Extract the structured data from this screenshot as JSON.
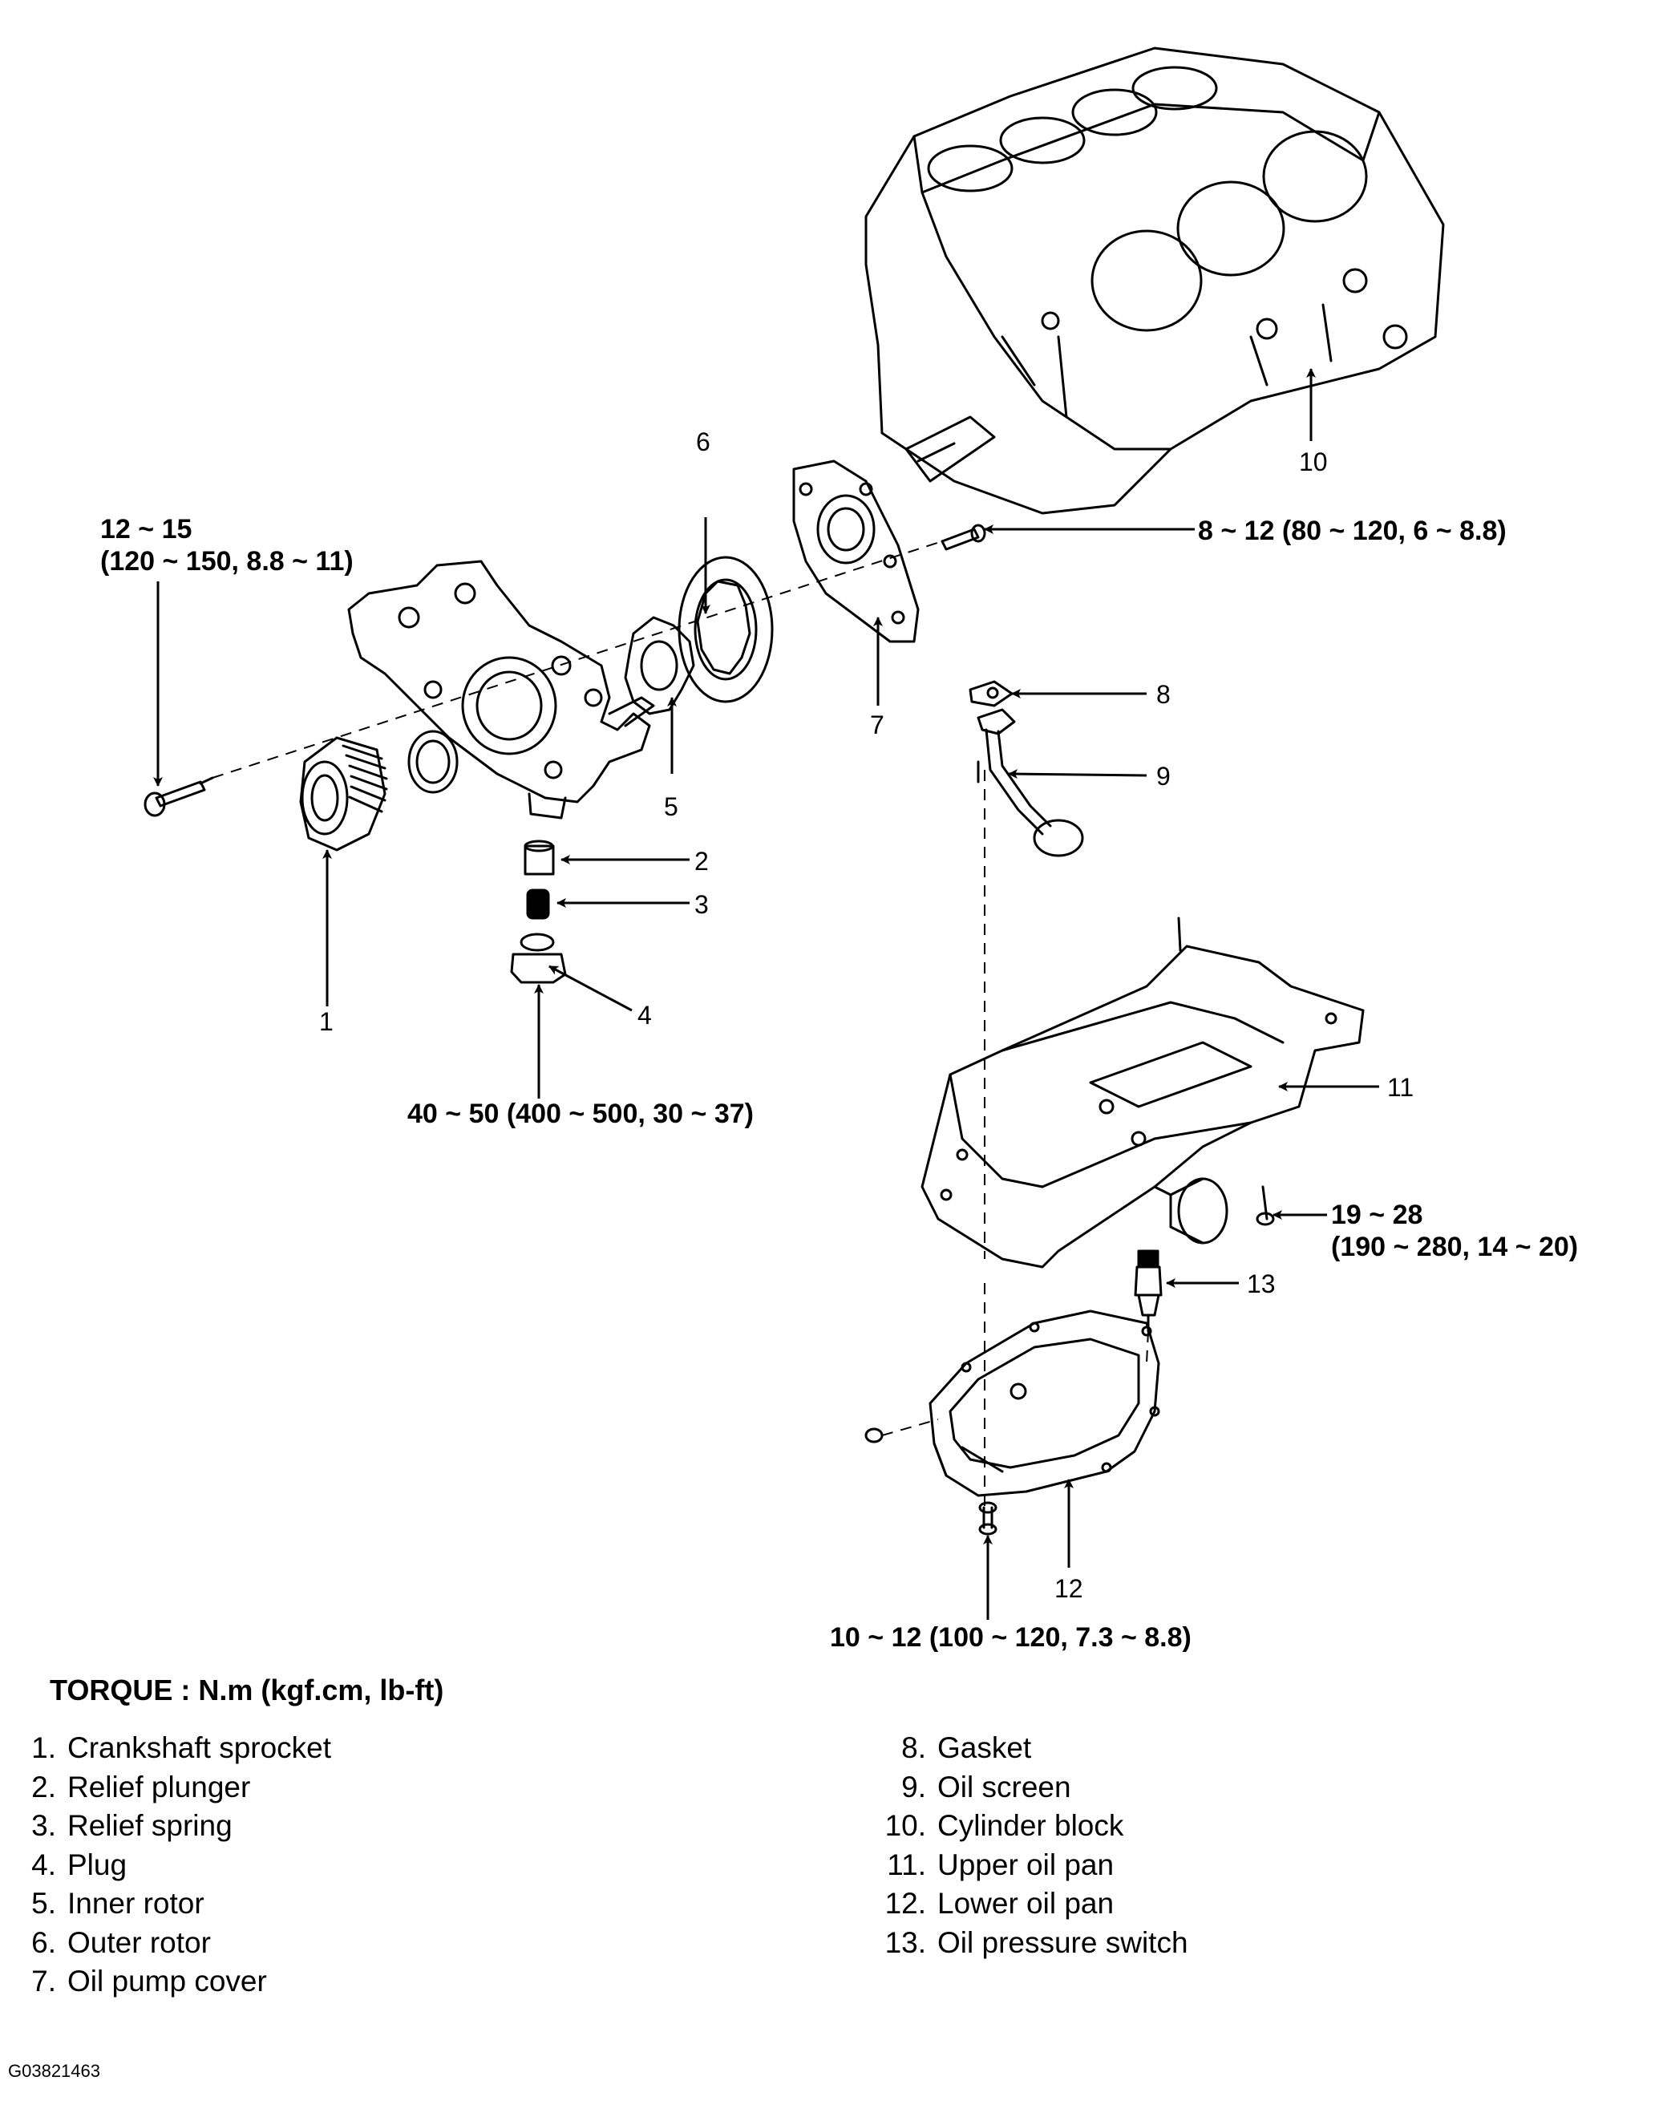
{
  "torque": {
    "t_top_left_1": "12 ~ 15",
    "t_top_left_2": "(120 ~ 150, 8.8 ~ 11)",
    "t_cover_bolt": "8 ~ 12 (80 ~ 120, 6 ~ 8.8)",
    "t_plug": "40 ~ 50 (400 ~ 500, 30 ~ 37)",
    "t_upper_pan_1": "19 ~ 28",
    "t_upper_pan_2": "(190 ~ 280, 14 ~ 20)",
    "t_lower_pan": "10 ~ 12 (100 ~ 120, 7.3 ~ 8.8)"
  },
  "callouts": [
    "1",
    "2",
    "3",
    "4",
    "5",
    "6",
    "7",
    "8",
    "9",
    "10",
    "11",
    "12",
    "13"
  ],
  "torque_title": "TORQUE : N.m (kgf.cm, lb-ft)",
  "legend": [
    {
      "n": "1.",
      "label": "Crankshaft sprocket"
    },
    {
      "n": "2.",
      "label": "Relief plunger"
    },
    {
      "n": "3.",
      "label": "Relief spring"
    },
    {
      "n": "4.",
      "label": "Plug"
    },
    {
      "n": "5.",
      "label": "Inner rotor"
    },
    {
      "n": "6.",
      "label": "Outer rotor"
    },
    {
      "n": "7.",
      "label": "Oil pump cover"
    },
    {
      "n": "8.",
      "label": "Gasket"
    },
    {
      "n": "9.",
      "label": "Oil screen"
    },
    {
      "n": "10.",
      "label": "Cylinder block"
    },
    {
      "n": "11.",
      "label": "Upper oil pan"
    },
    {
      "n": "12.",
      "label": "Lower oil pan"
    },
    {
      "n": "13.",
      "label": "Oil pressure switch"
    }
  ],
  "figure_code": "G03821463"
}
